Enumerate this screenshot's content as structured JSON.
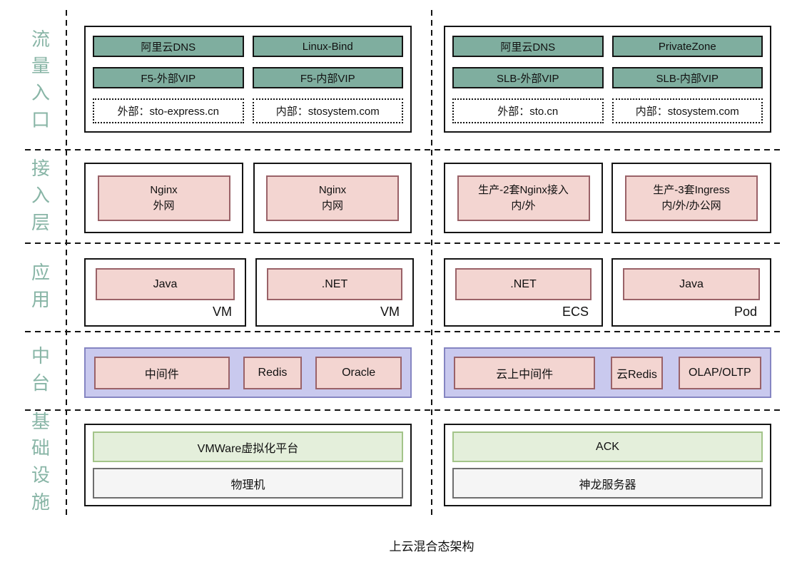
{
  "caption": "上云混合态架构",
  "rows": {
    "traffic": {
      "label": "流量入口"
    },
    "access": {
      "label": "接入层"
    },
    "app": {
      "label": "应用"
    },
    "middle": {
      "label": "中台"
    },
    "infra": {
      "label": "基础设施"
    }
  },
  "traffic": {
    "left": {
      "cells": [
        "阿里云DNS",
        "Linux-Bind",
        "F5-外部VIP",
        "F5-内部VIP"
      ],
      "domains": [
        "外部：sto-express.cn",
        "内部：stosystem.com"
      ]
    },
    "right": {
      "cells": [
        "阿里云DNS",
        "PrivateZone",
        "SLB-外部VIP",
        "SLB-内部VIP"
      ],
      "domains": [
        "外部：sto.cn",
        "内部：stosystem.com"
      ]
    }
  },
  "access": {
    "left": [
      {
        "line1": "Nginx",
        "line2": "外网"
      },
      {
        "line1": "Nginx",
        "line2": "内网"
      }
    ],
    "right": [
      {
        "line1": "生产-2套Nginx接入",
        "line2": "内/外"
      },
      {
        "line1": "生产-3套Ingress",
        "line2": "内/外/办公网"
      }
    ]
  },
  "app": {
    "left": [
      {
        "tech": "Java",
        "platform": "VM"
      },
      {
        "tech": ".NET",
        "platform": "VM"
      }
    ],
    "right": [
      {
        "tech": ".NET",
        "platform": "ECS"
      },
      {
        "tech": "Java",
        "platform": "Pod"
      }
    ]
  },
  "middle": {
    "left": [
      "中间件",
      "Redis",
      "Oracle"
    ],
    "right": [
      "云上中间件",
      "云Redis",
      "OLAP/OLTP"
    ]
  },
  "infra": {
    "left": {
      "platform": "VMWare虚拟化平台",
      "hardware": "物理机"
    },
    "right": {
      "platform": "ACK",
      "hardware": "神龙服务器"
    }
  },
  "colors": {
    "teal": "#7fae9f",
    "pink": "#f3d5d1",
    "pink_border": "#9a6268",
    "lavender": "#c9c9ee",
    "lavender_border": "#8585c2",
    "green": "#e4efdb",
    "green_border": "#a3c489",
    "gray": "#f5f5f5",
    "label": "#88b5a6"
  }
}
